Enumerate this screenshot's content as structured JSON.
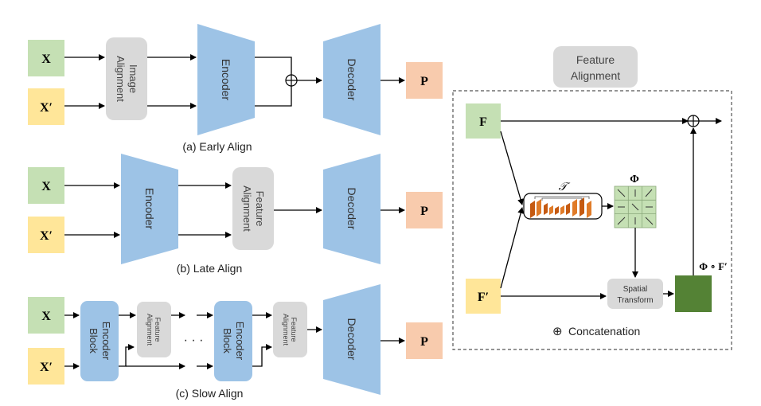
{
  "labels": {
    "x": "X",
    "x_prime": "X′",
    "p": "P",
    "image_alignment_1": "Image",
    "image_alignment_2": "Alignment",
    "encoder": "Encoder",
    "decoder": "Decoder",
    "feature_alignment_1": "Feature",
    "feature_alignment_2": "Alignment",
    "encoder_block_1": "Encoder",
    "encoder_block_2": "Block",
    "dots": "· · ·",
    "f": "F",
    "f_prime": "F′",
    "t": "𝒯",
    "phi": "Φ",
    "phi_f": "Φ ∘ F′",
    "spatial_1": "Spatial",
    "spatial_2": "Transform",
    "concat": "Concatenation",
    "oplus": "⊕"
  },
  "captions": {
    "early": "(a) Early Align",
    "late": "(b) Late Align",
    "slow": "(c) Slow Align"
  },
  "feature_alignment_title": {
    "line1": "Feature",
    "line2": "Alignment"
  },
  "colors": {
    "green_box": "#c5e0b4",
    "yellow_box": "#ffe699",
    "pink_box": "#f8cbad",
    "gray_box": "#d9d9d9",
    "blue_trap": "#9dc3e6",
    "dark_green": "#548235",
    "orange": "#c55a11"
  }
}
